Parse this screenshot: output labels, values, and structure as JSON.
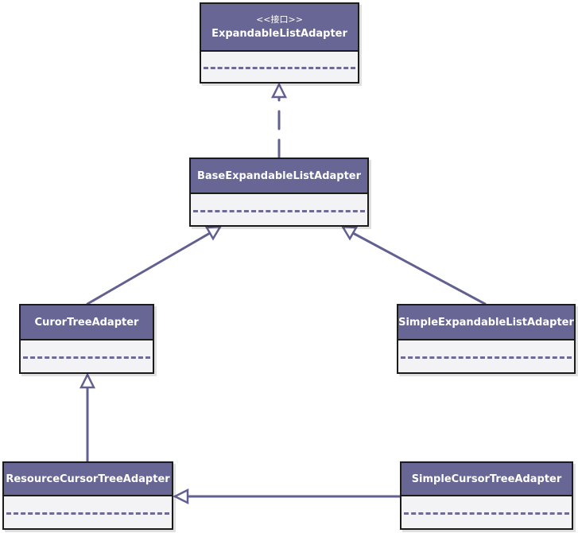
{
  "classes": {
    "expandable_list_adapter": {
      "stereotype": "<<接口>>",
      "name": "ExpandableListAdapter"
    },
    "base_expandable_list_adapter": {
      "name": "BaseExpandableListAdapter"
    },
    "curor_tree_adapter": {
      "name": "CurorTreeAdapter"
    },
    "simple_expandable_list_adapter": {
      "name": "SimpleExpandableListAdapter"
    },
    "resource_cursor_tree_adapter": {
      "name": "ResourceCursorTreeAdapter"
    },
    "simple_cursor_tree_adapter": {
      "name": "SimpleCursorTreeAdapter"
    }
  },
  "relations": [
    {
      "from": "BaseExpandableListAdapter",
      "to": "ExpandableListAdapter",
      "kind": "realization"
    },
    {
      "from": "CurorTreeAdapter",
      "to": "BaseExpandableListAdapter",
      "kind": "generalization"
    },
    {
      "from": "SimpleExpandableListAdapter",
      "to": "BaseExpandableListAdapter",
      "kind": "generalization"
    },
    {
      "from": "ResourceCursorTreeAdapter",
      "to": "CurorTreeAdapter",
      "kind": "generalization"
    },
    {
      "from": "SimpleCursorTreeAdapter",
      "to": "ResourceCursorTreeAdapter",
      "kind": "generalization"
    }
  ],
  "colors": {
    "header": "#686694",
    "body": "#f3f3f5",
    "edge": "#626090"
  }
}
